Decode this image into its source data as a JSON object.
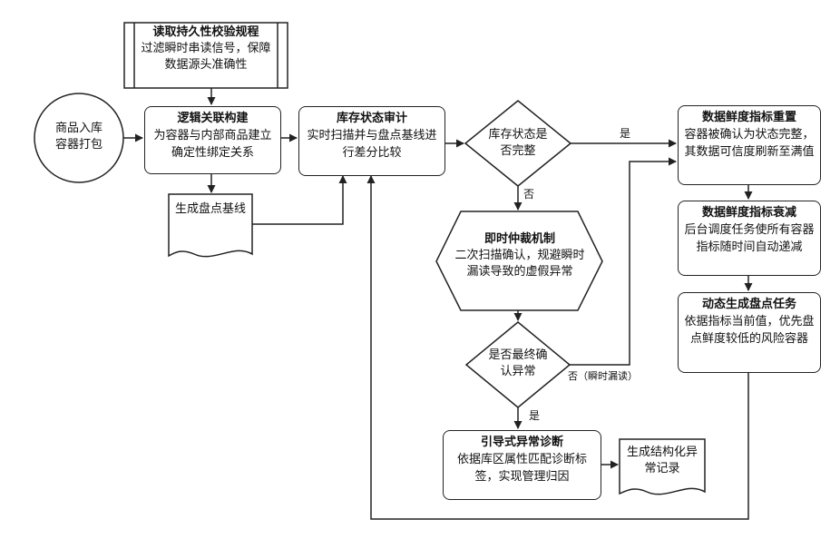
{
  "nodes": {
    "read_rules": {
      "title": "读取持久性校验规程",
      "body": "过滤瞬时串读信号，保障数据源头准确性"
    },
    "start": {
      "label": "商品入库容器打包"
    },
    "logic": {
      "title": "逻辑关联构建",
      "body": "为容器与内部商品建立确定性绑定关系"
    },
    "baseline": {
      "label": "生成盘点基线"
    },
    "audit": {
      "title": "库存状态审计",
      "body": "实时扫描并与盘点基线进行差分比较"
    },
    "complete": {
      "label": "库存状态是否完整"
    },
    "arbitration": {
      "title": "即时仲裁机制",
      "body": "二次扫描确认，规避瞬时漏读导致的虚假异常"
    },
    "final_check": {
      "label": "是否最终确认异常"
    },
    "diagnosis": {
      "title": "引导式异常诊断",
      "body": "依据库区属性匹配诊断标签，实现管理归因"
    },
    "record": {
      "label": "生成结构化异常记录"
    },
    "reset": {
      "title": "数据鲜度指标重置",
      "body": "容器被确认为状态完整，其数据可信度刷新至满值"
    },
    "decay": {
      "title": "数据鲜度指标衰减",
      "body": "后台调度任务使所有容器指标随时间自动递减"
    },
    "task": {
      "title": "动态生成盘点任务",
      "body": "依据指标当前值，优先盘点鲜度较低的风险容器"
    }
  },
  "edge_labels": {
    "yes_complete": "是",
    "no_complete": "否",
    "yes_final": "是",
    "no_final": "否（瞬时漏读）"
  }
}
